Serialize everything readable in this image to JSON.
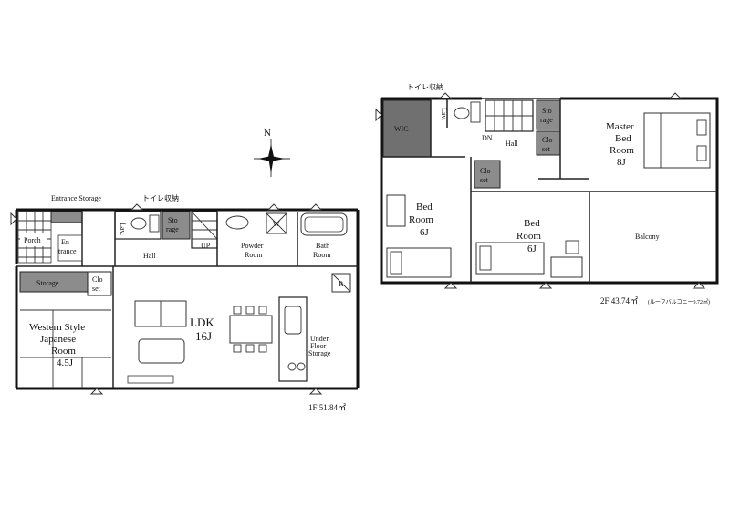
{
  "compass": {
    "north": "N"
  },
  "floor1": {
    "area_label": "1F 51.84㎡",
    "rooms": {
      "entrance_storage": "Entrance Storage",
      "toilet_storage": "トイレ収納",
      "porch": "Porch",
      "entrance": [
        "En",
        "trance"
      ],
      "lav": "Lav.",
      "storage_small": [
        "Sto",
        "rage"
      ],
      "hall": "Hall",
      "up": "UP",
      "powder_room": [
        "Powder",
        "Room"
      ],
      "washer": "W",
      "bath_room": [
        "Bath",
        "Room"
      ],
      "storage": "Storage",
      "closet": [
        "Clo",
        "set"
      ],
      "western_japanese": [
        "Western Style",
        "Japanese",
        "Room",
        "4.5J"
      ],
      "ldk": [
        "LDK",
        "16J"
      ],
      "fridge": "R",
      "under_floor": [
        "Under",
        "Floor",
        "Storage"
      ]
    }
  },
  "floor2": {
    "area_label": "2F 43.74㎡",
    "area_note": "(ルーフバルコニー9.72㎡)",
    "rooms": {
      "toilet_storage": "トイレ収納",
      "wic": "WIC",
      "lav": "Lav.",
      "dn": "DN",
      "hall": "Hall",
      "storage_small": [
        "Sto",
        "rage"
      ],
      "closet_a": [
        "Clo",
        "set"
      ],
      "closet_b": [
        "Clo",
        "set"
      ],
      "master_bed": [
        "Master",
        "Bed",
        "Room",
        "8J"
      ],
      "bed_a": [
        "Bed",
        "Room",
        "6J"
      ],
      "bed_b": [
        "Bed",
        "Room",
        "6J"
      ],
      "balcony": "Balcony"
    }
  }
}
